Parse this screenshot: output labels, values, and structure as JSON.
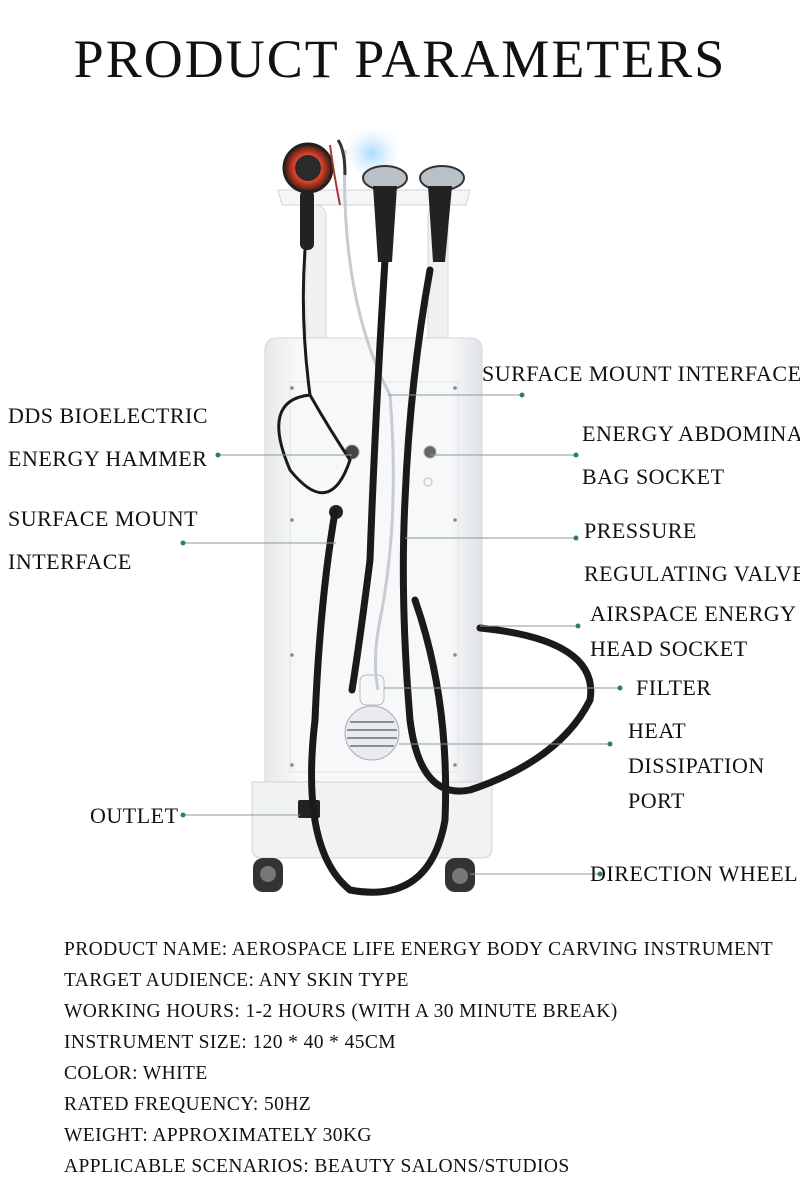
{
  "title": "PRODUCT PARAMETERS",
  "callouts": {
    "surface_mount_top": "SURFACE MOUNT INTERFACE",
    "dds_hammer": [
      "DDS BIOELECTRIC",
      "ENERGY HAMMER"
    ],
    "energy_abdominal": [
      "ENERGY ABDOMINAL",
      "BAG SOCKET"
    ],
    "surface_mount_left": [
      "SURFACE MOUNT",
      "INTERFACE"
    ],
    "pressure_valve": [
      "PRESSURE",
      "REGULATING VALVE"
    ],
    "airspace_socket": [
      "AIRSPACE ENERGY",
      "HEAD SOCKET"
    ],
    "filter": "FILTER",
    "heat_port": [
      "HEAT",
      "DISSIPATION",
      "PORT"
    ],
    "outlet": "OUTLET",
    "direction_wheel": "DIRECTION WHEEL"
  },
  "specs": [
    "PRODUCT NAME: AEROSPACE LIFE ENERGY BODY CARVING INSTRUMENT",
    "TARGET AUDIENCE: ANY SKIN TYPE",
    "WORKING HOURS: 1-2 HOURS (WITH A 30 MINUTE BREAK)",
    "INSTRUMENT SIZE: 120 * 40 * 45CM",
    "COLOR: WHITE",
    "RATED FREQUENCY: 50HZ",
    "WEIGHT: APPROXIMATELY 30KG",
    "APPLICABLE SCENARIOS: BEAUTY SALONS/STUDIOS"
  ],
  "colors": {
    "leader_line": "#8a9a9a",
    "leader_dot": "#2e7d6b",
    "device_body": "#f2f3f5",
    "cable": "#1a1a1a",
    "hammer_glow": "#e8462a"
  }
}
